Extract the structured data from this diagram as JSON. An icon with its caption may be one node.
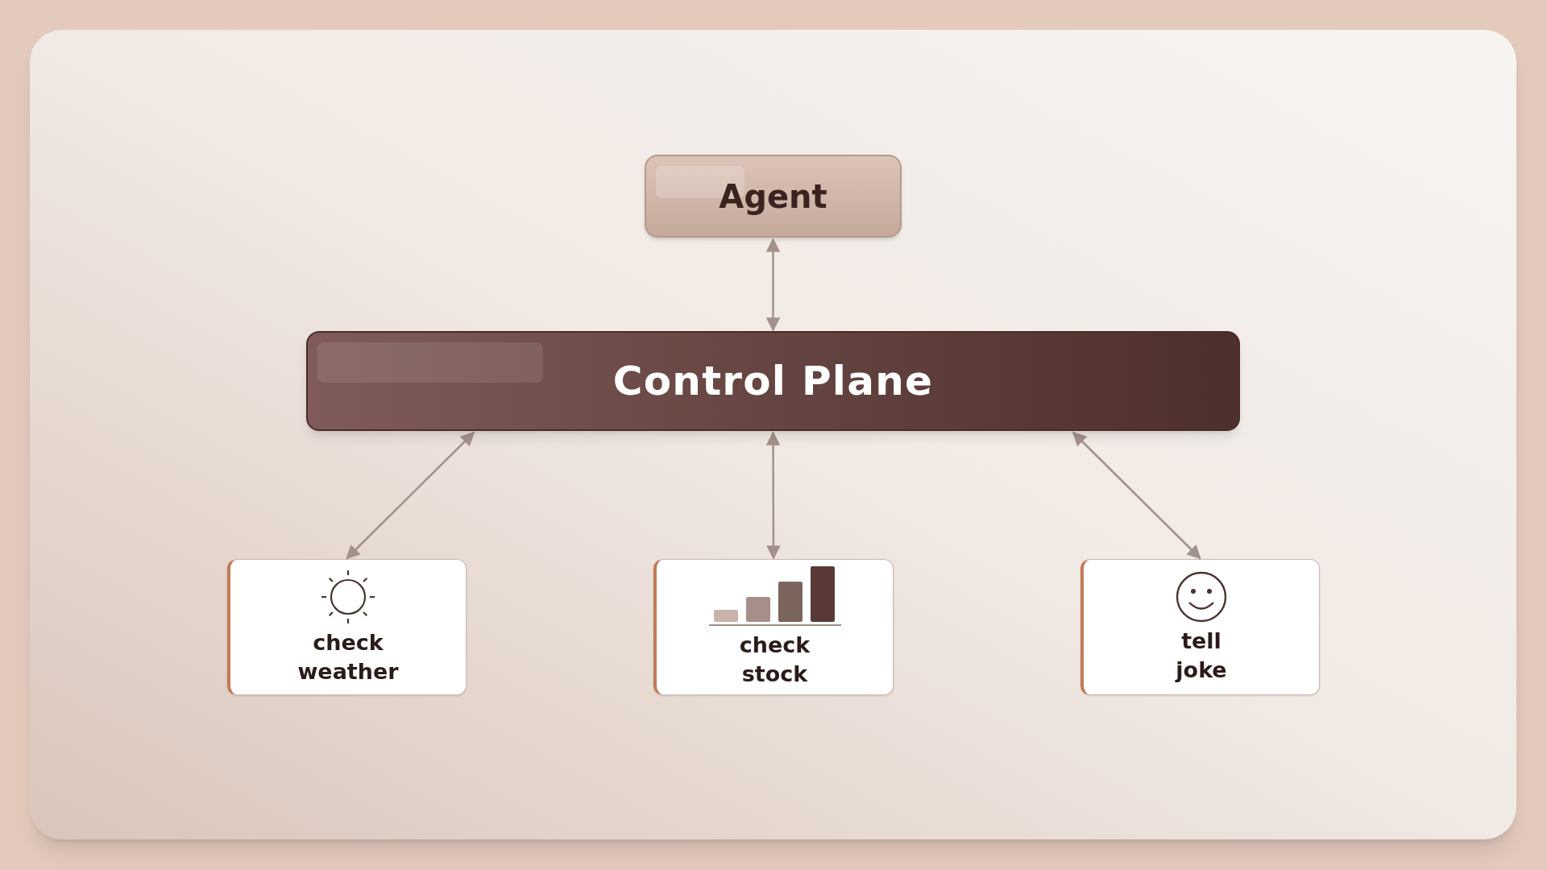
{
  "diagram": {
    "nodes": [
      {
        "text": [
          "Agent"
        ]
      },
      {
        "text": [
          "Control Plane"
        ]
      },
      {
        "text": [
          "check weather"
        ]
      },
      {
        "text": [
          "check stock"
        ]
      },
      {
        "text": [
          "tell joke"
        ]
      }
    ],
    "edges": [
      {
        "from": 0,
        "to": 1,
        "arrow": "both"
      },
      {
        "from": 1,
        "to": 2,
        "arrow": "both"
      },
      {
        "from": 1,
        "to": 3,
        "arrow": "both"
      },
      {
        "from": 1,
        "to": 4,
        "arrow": "both"
      }
    ]
  }
}
